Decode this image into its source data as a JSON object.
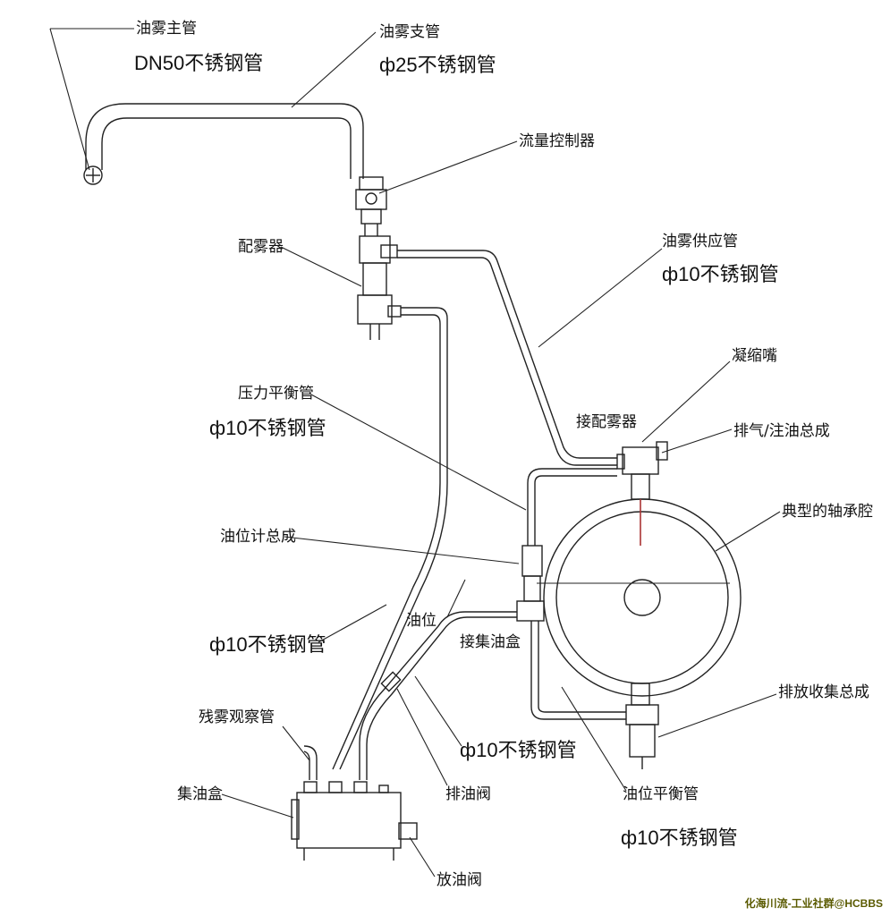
{
  "labels": {
    "main_pipe": "油雾主管",
    "main_pipe_spec": "DN50不锈钢管",
    "branch_pipe": "油雾支管",
    "branch_pipe_spec": "ф25不锈钢管",
    "flow_controller": "流量控制器",
    "distributor": "配雾器",
    "supply_pipe": "油雾供应管",
    "supply_pipe_spec": "ф10不锈钢管",
    "condensing_nozzle": "凝缩嘴",
    "to_distributor": "接配雾器",
    "vent_fill_assembly": "排气/注油总成",
    "bearing_cavity": "典型的轴承腔",
    "pressure_balance_pipe": "压力平衡管",
    "pressure_balance_spec": "ф10不锈钢管",
    "oil_level_gauge": "油位计总成",
    "oil_level": "油位",
    "to_collector": "接集油盒",
    "pipe_spec_left": "ф10不锈钢管",
    "drain_assembly": "排放收集总成",
    "residual_mist_tube": "残雾观察管",
    "collector_box": "集油盒",
    "pipe_spec_middle": "ф10不锈钢管",
    "drain_valve": "排油阀",
    "level_balance_pipe": "油位平衡管",
    "level_balance_spec": "ф10不锈钢管",
    "discharge_valve": "放油阀"
  },
  "watermark": "化海川流-工业社群@HCBBS"
}
